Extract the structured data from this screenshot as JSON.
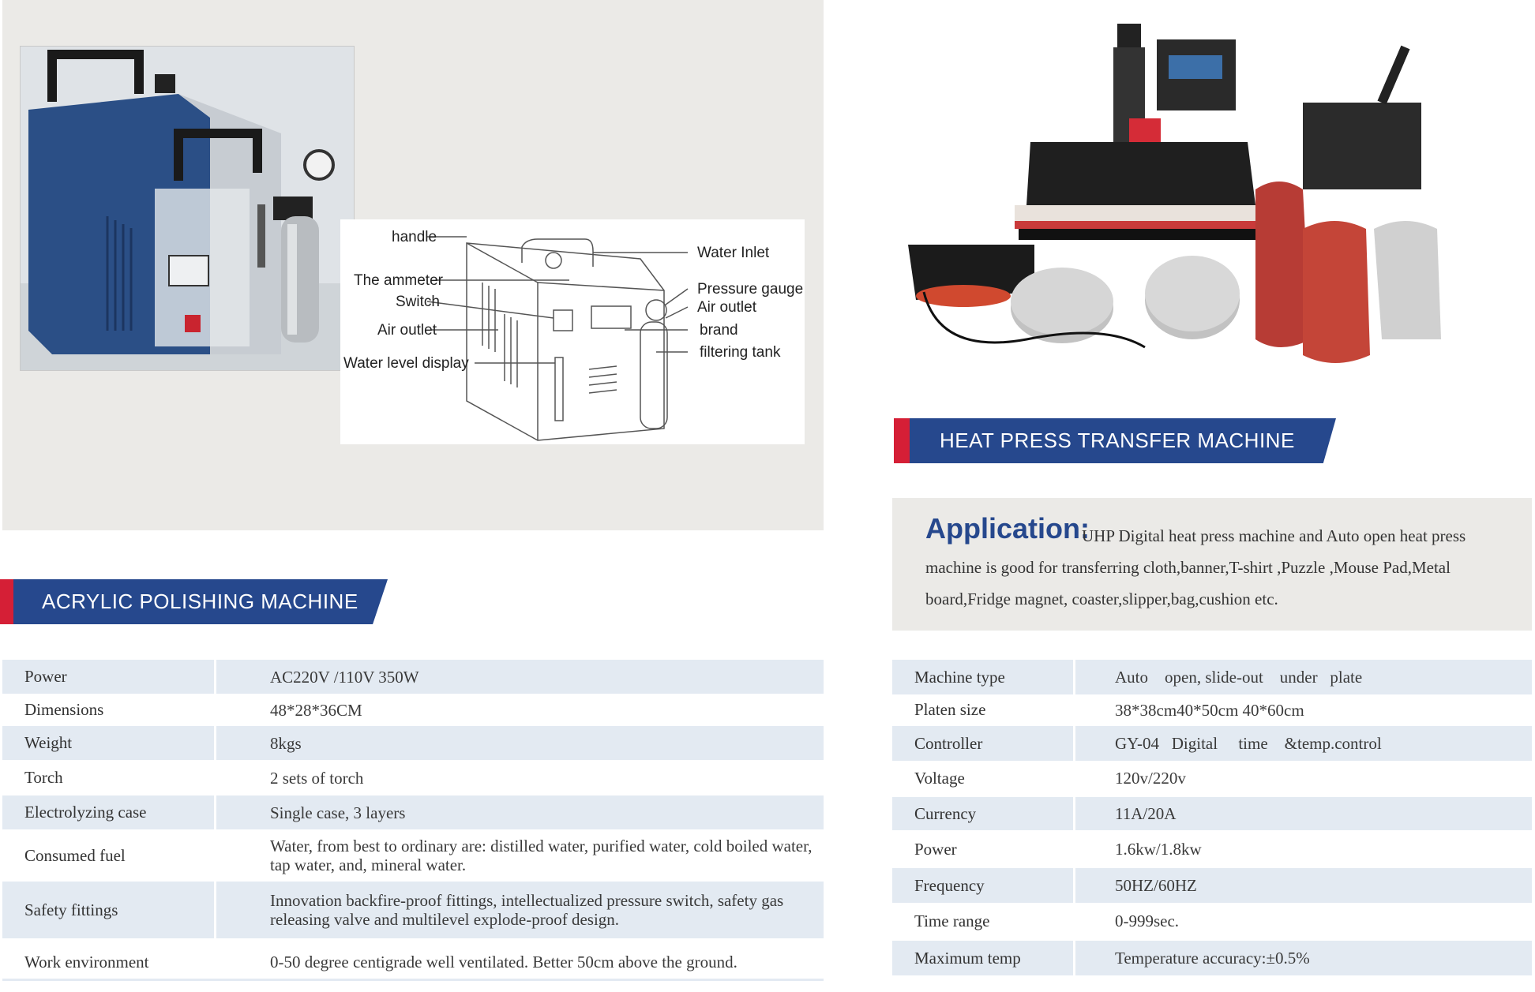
{
  "left": {
    "heading": "ACRYLIC POLISHING MACHINE",
    "diagram_labels": {
      "handle": "handle",
      "ammeter": "The ammeter",
      "switch": "Switch",
      "air_outlet_left": "Air outlet",
      "water_level": "Water level display",
      "water_inlet": "Water Inlet",
      "pressure_gauge": "Pressure gauge",
      "air_outlet_right": "Air outlet",
      "brand": "brand",
      "filtering_tank": "filtering tank"
    },
    "specs": [
      {
        "label": "Power",
        "value": "AC220V /110V  350W"
      },
      {
        "label": "Dimensions",
        "value": "48*28*36CM"
      },
      {
        "label": "Weight",
        "value": "8kgs"
      },
      {
        "label": "Torch",
        "value": "2 sets of torch"
      },
      {
        "label": "Electrolyzing case",
        "value": "Single case, 3 layers"
      },
      {
        "label": "Consumed fuel",
        "value": "Water, from best to ordinary are: distilled water, purified water, cold boiled water, tap water, and, mineral water."
      },
      {
        "label": "Safety fittings",
        "value": "Innovation backfire-proof fittings, intellectualized pressure switch, safety gas releasing valve and multilevel explode-proof design."
      },
      {
        "label": "Work environment",
        "value": "0-50 degree centigrade well ventilated. Better 50cm above the ground."
      }
    ]
  },
  "right": {
    "heading": "HEAT PRESS TRANSFER MACHINE",
    "application_title": "Application:",
    "application_text": "UHP Digital heat press machine and Auto open heat press machine is good for transferring cloth,banner,T-shirt ,Puzzle ,Mouse Pad,Metal board,Fridge magnet, coaster,slipper,bag,cushion etc.",
    "specs": [
      {
        "label": "Machine type",
        "value": "Auto    open, slide-out    under   plate"
      },
      {
        "label": "Platen size",
        "value": "38*38cm40*50cm 40*60cm"
      },
      {
        "label": "Controller",
        "value": "GY-04   Digital     time    &temp.control"
      },
      {
        "label": "Voltage",
        "value": "120v/220v"
      },
      {
        "label": "Currency",
        "value": "11A/20A"
      },
      {
        "label": "Power",
        "value": "1.6kw/1.8kw"
      },
      {
        "label": "Frequency",
        "value": "50HZ/60HZ"
      },
      {
        "label": "Time range",
        "value": "0-999sec."
      },
      {
        "label": "Maximum temp",
        "value": "Temperature accuracy:±0.5%"
      }
    ]
  },
  "colors": {
    "brand_blue": "#26488d",
    "brand_red": "#d51f36",
    "row_shade": "#e3eaf2",
    "panel_gray": "#ebeae7"
  }
}
